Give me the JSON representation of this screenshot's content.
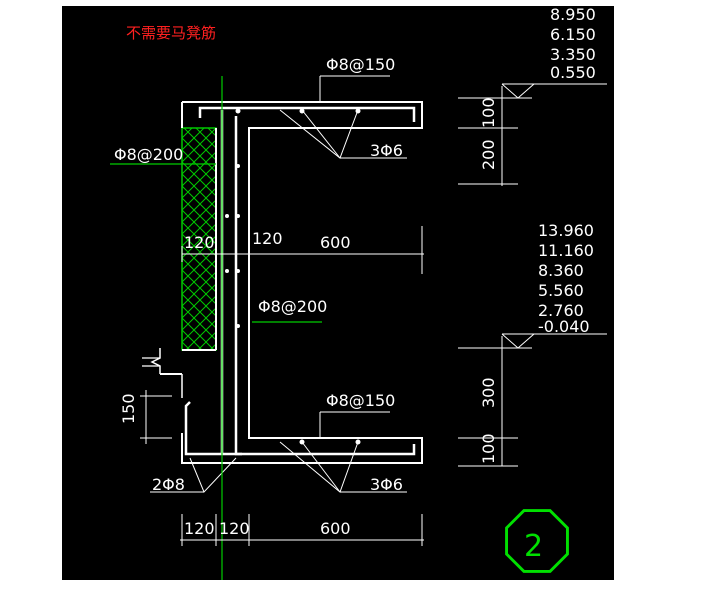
{
  "note": "不需要马凳筋",
  "upper_elevations": [
    "8.950",
    "6.150",
    "3.350",
    "0.550"
  ],
  "lower_elevations": [
    "13.960",
    "11.160",
    "8.360",
    "5.560",
    "2.760",
    "-0.040"
  ],
  "rebar": {
    "top_slab": "Φ8@150",
    "top_bars": "3Φ6",
    "wall_left": "Φ8@200",
    "wall_middle": "Φ8@200",
    "bottom_slab": "Φ8@150",
    "bottom_bars": "3Φ6",
    "corner_bars": "2Φ8"
  },
  "dims": {
    "mid_left": "120",
    "mid_right": "120",
    "mid_span": "600",
    "bottom_left": "120",
    "bottom_mid": "120",
    "bottom_span": "600",
    "upper_side_1": "100",
    "upper_side_2": "200",
    "lower_side_1": "300",
    "lower_side_2": "100",
    "left_side": "150"
  },
  "detail_number": "2",
  "colors": {
    "background": "#000000",
    "lines": "#ffffff",
    "leaders": "#00cc00",
    "insulation": "#00c800",
    "note": "#ff2020",
    "badge": "#00e000"
  }
}
